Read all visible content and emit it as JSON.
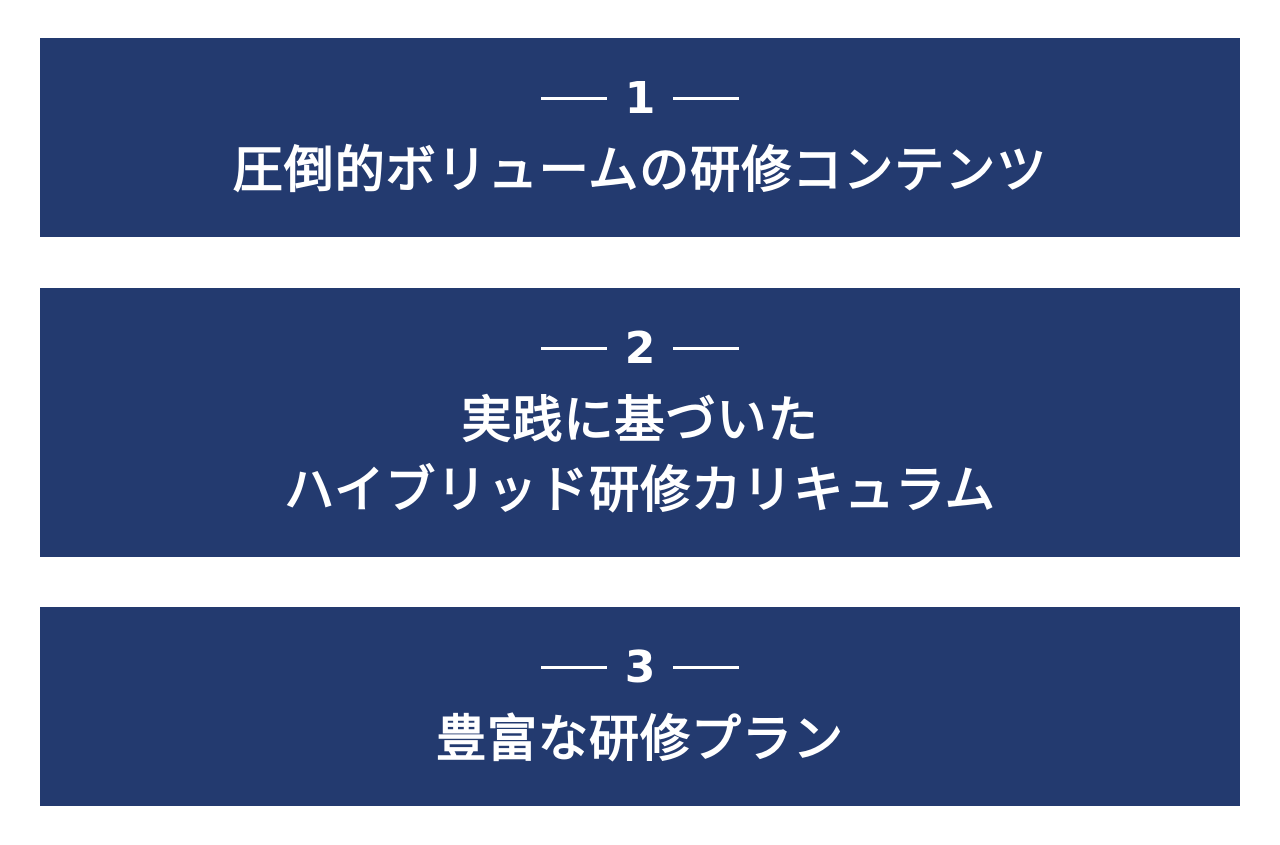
{
  "cards": [
    {
      "number": "1",
      "title_lines": [
        "圧倒的ボリュームの研修コンテンツ"
      ]
    },
    {
      "number": "2",
      "title_lines": [
        "実践に基づいた",
        "ハイブリッド研修カリキュラム"
      ]
    },
    {
      "number": "3",
      "title_lines": [
        "豊富な研修プラン"
      ]
    }
  ],
  "colors": {
    "card_background": "#233a6f",
    "text": "#ffffff"
  }
}
